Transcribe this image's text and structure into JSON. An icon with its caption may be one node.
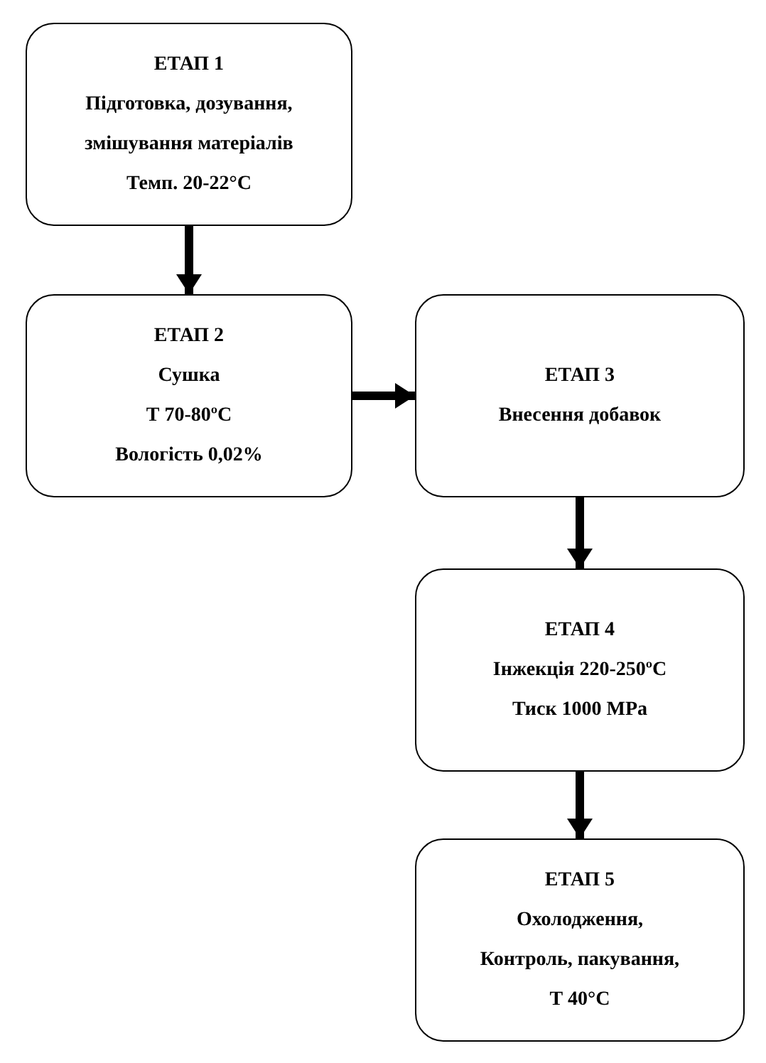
{
  "diagram": {
    "nodes": [
      {
        "text": [
          "ЕТАП 1",
          "Підготовка, дозування, змішування матеріалів",
          "Темп. 20-22°С"
        ]
      },
      {
        "text": [
          "ЕТАП 2",
          "Сушка",
          "Т 70-80ºС",
          "Вологість 0,02%"
        ]
      },
      {
        "text": [
          "ЕТАП 3",
          "Внесення добавок"
        ]
      },
      {
        "text": [
          "ЕТАП 4",
          "Інжекція 220-250ºС",
          "Тиск 1000 МРа"
        ]
      },
      {
        "text": [
          "ЕТАП 5",
          "Охолодження, Контроль, пакування, Т 40°С"
        ]
      }
    ],
    "edges": [
      {
        "from": 0,
        "to": 1,
        "arrow": "to"
      },
      {
        "from": 1,
        "to": 2,
        "arrow": "to"
      },
      {
        "from": 2,
        "to": 3,
        "arrow": "to"
      },
      {
        "from": 3,
        "to": 4,
        "arrow": "to"
      }
    ]
  }
}
